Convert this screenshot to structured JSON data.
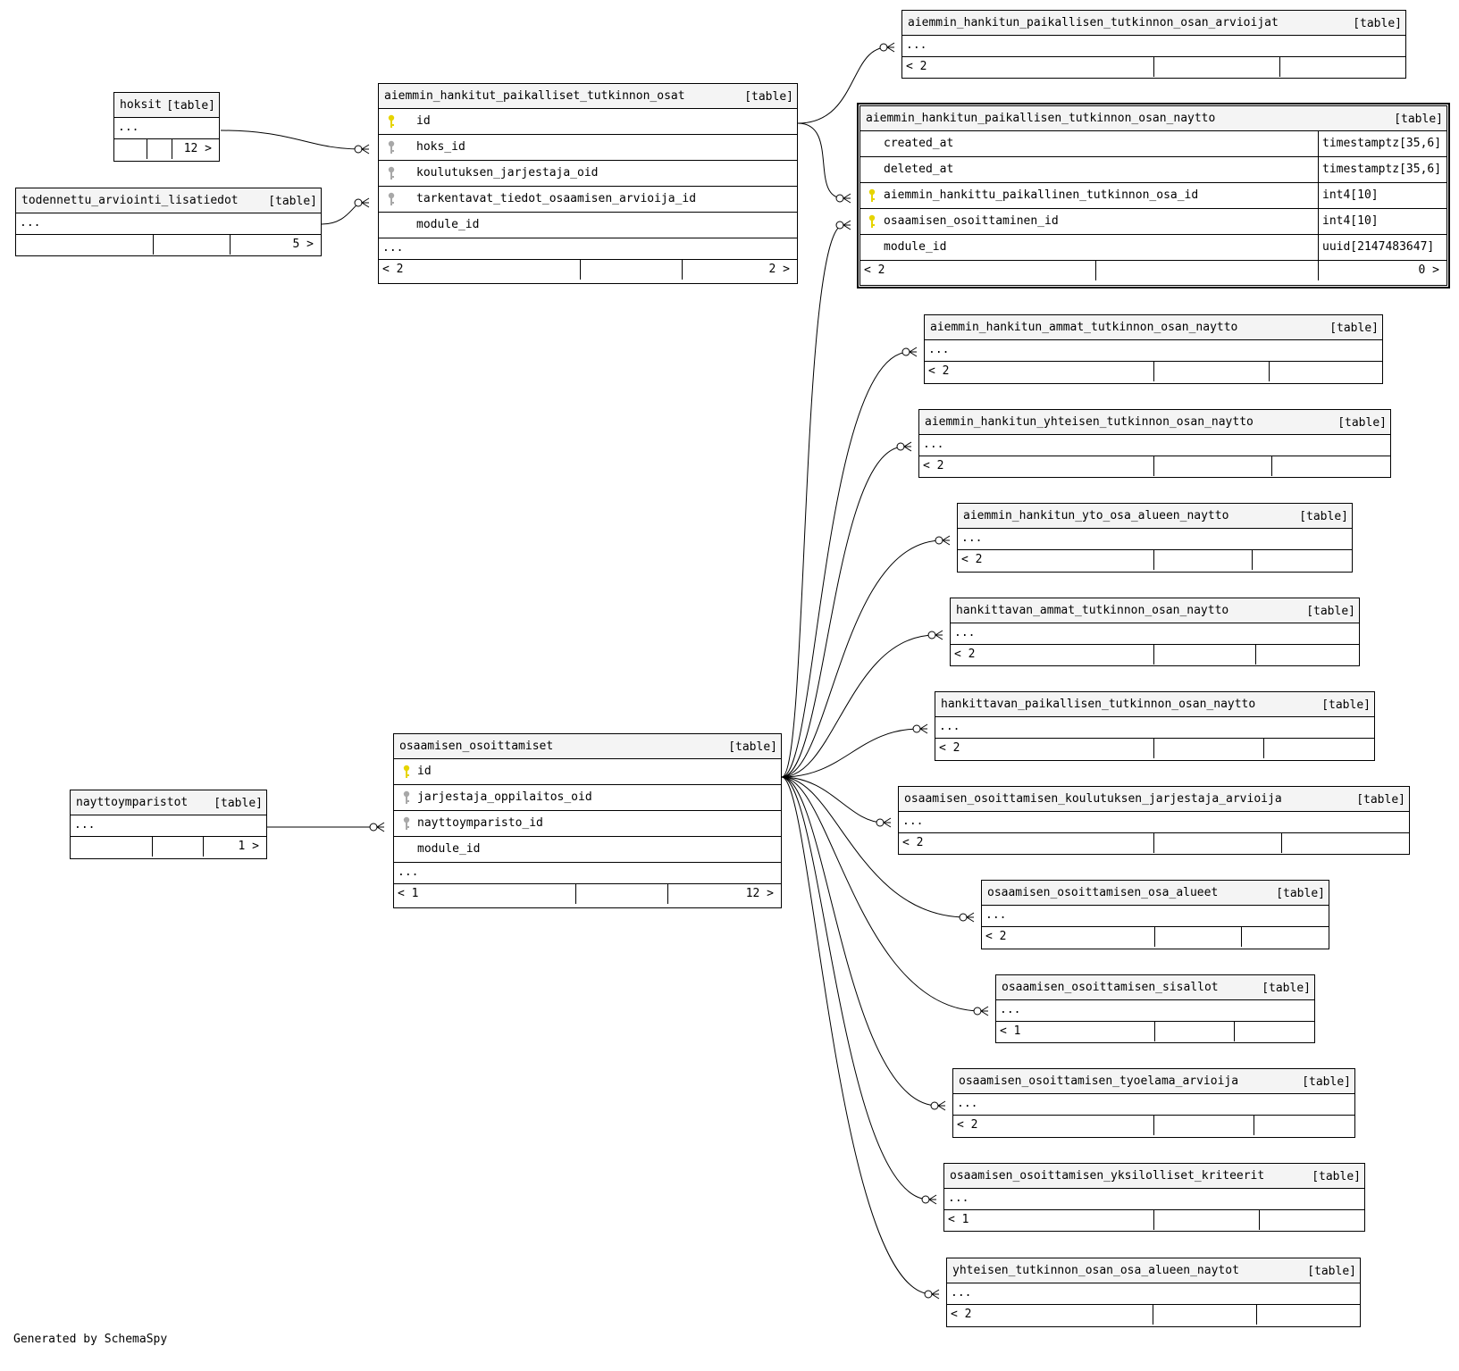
{
  "generated_by": "Generated by SchemaSpy",
  "type_label": "[table]",
  "colors": {
    "primary_key": "#e6d400",
    "foreign_key": "#a8a8a8",
    "line": "#000000",
    "header_bg": "#f4f4f4"
  },
  "tables": {
    "hoksit": {
      "name": "hoksit",
      "more": "...",
      "parents": "",
      "children": "12 >"
    },
    "todennettu": {
      "name": "todennettu_arviointi_lisatiedot",
      "more": "...",
      "parents": "",
      "children": "5 >"
    },
    "ahpto": {
      "name": "aiemmin_hankitut_paikalliset_tutkinnon_osat",
      "columns": [
        {
          "name": "id",
          "key": "primary"
        },
        {
          "name": "hoks_id",
          "key": "foreign"
        },
        {
          "name": "koulutuksen_jarjestaja_oid",
          "key": "foreign"
        },
        {
          "name": "tarkentavat_tiedot_osaamisen_arvioija_id",
          "key": "foreign"
        },
        {
          "name": "module_id",
          "key": "none"
        }
      ],
      "more": "...",
      "parents": "< 2",
      "children": "2 >"
    },
    "arvioijat": {
      "name": "aiemmin_hankitun_paikallisen_tutkinnon_osan_arvioijat",
      "more": "...",
      "parents": "< 2",
      "children": ""
    },
    "naytto": {
      "name": "aiemmin_hankitun_paikallisen_tutkinnon_osan_naytto",
      "columns": [
        {
          "name": "created_at",
          "type": "timestamptz[35,6]",
          "key": "none"
        },
        {
          "name": "deleted_at",
          "type": "timestamptz[35,6]",
          "key": "none"
        },
        {
          "name": "aiemmin_hankittu_paikallinen_tutkinnon_osa_id",
          "type": "int4[10]",
          "key": "primary"
        },
        {
          "name": "osaamisen_osoittaminen_id",
          "type": "int4[10]",
          "key": "primary"
        },
        {
          "name": "module_id",
          "type": "uuid[2147483647]",
          "key": "none"
        }
      ],
      "parents": "< 2",
      "children": "0 >"
    },
    "ammat": {
      "name": "aiemmin_hankitun_ammat_tutkinnon_osan_naytto",
      "more": "...",
      "parents": "< 2",
      "children": ""
    },
    "yhteisen": {
      "name": "aiemmin_hankitun_yhteisen_tutkinnon_osan_naytto",
      "more": "...",
      "parents": "< 2",
      "children": ""
    },
    "yto": {
      "name": "aiemmin_hankitun_yto_osa_alueen_naytto",
      "more": "...",
      "parents": "< 2",
      "children": ""
    },
    "hank_ammat": {
      "name": "hankittavan_ammat_tutkinnon_osan_naytto",
      "more": "...",
      "parents": "< 2",
      "children": ""
    },
    "hank_paik": {
      "name": "hankittavan_paikallisen_tutkinnon_osan_naytto",
      "more": "...",
      "parents": "< 2",
      "children": ""
    },
    "koul_arvioija": {
      "name": "osaamisen_osoittamisen_koulutuksen_jarjestaja_arvioija",
      "more": "...",
      "parents": "< 2",
      "children": ""
    },
    "osa_alueet": {
      "name": "osaamisen_osoittamisen_osa_alueet",
      "more": "...",
      "parents": "< 2",
      "children": ""
    },
    "sisallot": {
      "name": "osaamisen_osoittamisen_sisallot",
      "more": "...",
      "parents": "< 1",
      "children": ""
    },
    "tyoelama": {
      "name": "osaamisen_osoittamisen_tyoelama_arvioija",
      "more": "...",
      "parents": "< 2",
      "children": ""
    },
    "kriteerit": {
      "name": "osaamisen_osoittamisen_yksilolliset_kriteerit",
      "more": "...",
      "parents": "< 1",
      "children": ""
    },
    "naytot": {
      "name": "yhteisen_tutkinnon_osan_osa_alueen_naytot",
      "more": "...",
      "parents": "< 2",
      "children": ""
    },
    "nayttoymparistot": {
      "name": "nayttoymparistot",
      "more": "...",
      "parents": "",
      "children": "1 >"
    },
    "osoittamiset": {
      "name": "osaamisen_osoittamiset",
      "columns": [
        {
          "name": "id",
          "key": "primary"
        },
        {
          "name": "jarjestaja_oppilaitos_oid",
          "key": "foreign"
        },
        {
          "name": "nayttoymparisto_id",
          "key": "foreign"
        },
        {
          "name": "module_id",
          "key": "none"
        }
      ],
      "more": "...",
      "parents": "< 1",
      "children": "12 >"
    }
  }
}
